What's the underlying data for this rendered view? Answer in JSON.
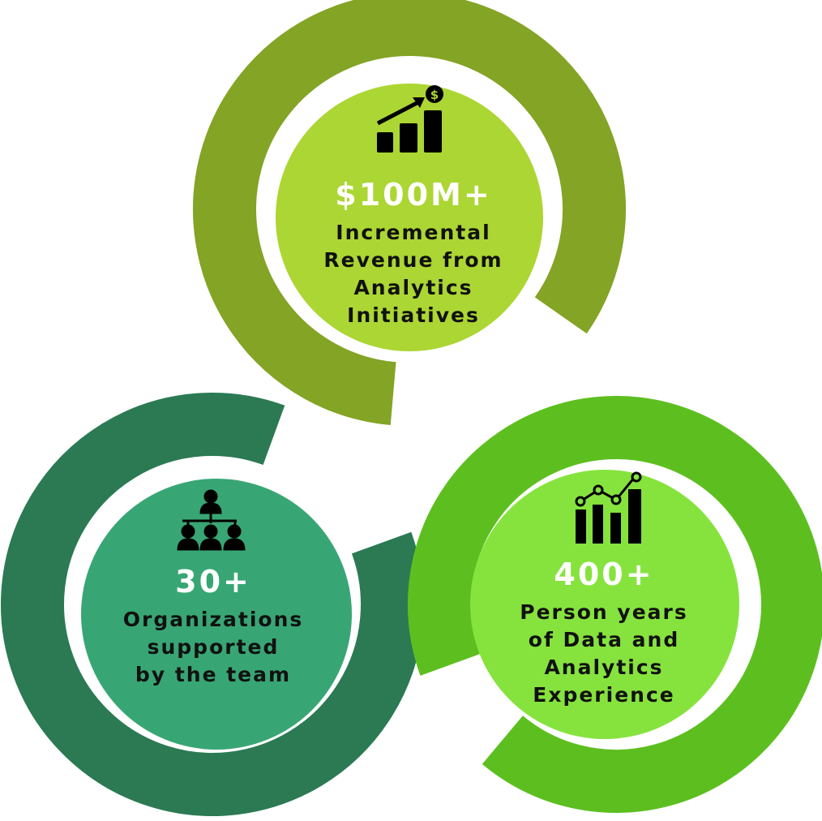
{
  "colors": {
    "top_ring": "#83a425",
    "top_circle": "#acd633",
    "left_ring": "#2b7a53",
    "left_circle": "#38a674",
    "right_ring": "#5dbf1f",
    "right_circle": "#86e33e"
  },
  "stats": [
    {
      "value": "$100M+",
      "lines": [
        "Incremental",
        "Revenue from",
        "Analytics",
        "Initiatives"
      ],
      "icon": "revenue-growth-chart-icon"
    },
    {
      "value": "30+",
      "lines": [
        "Organizations",
        "supported",
        "by the team"
      ],
      "icon": "org-hierarchy-icon"
    },
    {
      "value": "400+",
      "lines": [
        "Person years",
        "of Data and",
        "Analytics",
        "Experience"
      ],
      "icon": "bar-line-chart-icon"
    }
  ]
}
